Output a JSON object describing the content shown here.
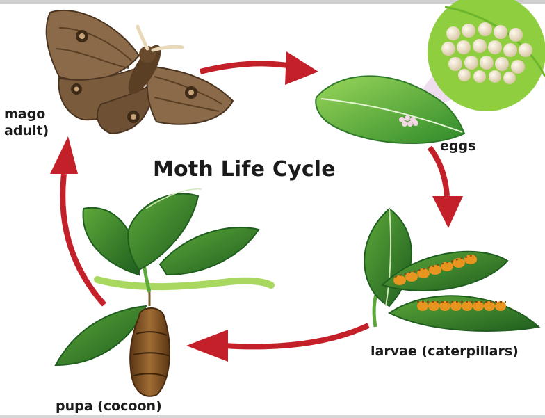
{
  "diagram": {
    "title": "Moth Life Cycle",
    "stages": {
      "adult": {
        "line1": "mago",
        "line2": "adult)"
      },
      "eggs": "eggs",
      "larvae": "larvae (caterpillars)",
      "pupa": "pupa (cocoon)"
    },
    "colors": {
      "arrow": "#c4202a",
      "leaf_dark": "#2f7a2a",
      "leaf_light": "#7fc34a",
      "moth": "#8a6a48",
      "cocoon": "#8a5a2a",
      "caterpillar": "#e8951f",
      "egg_panel": "#8fcf3f"
    }
  }
}
